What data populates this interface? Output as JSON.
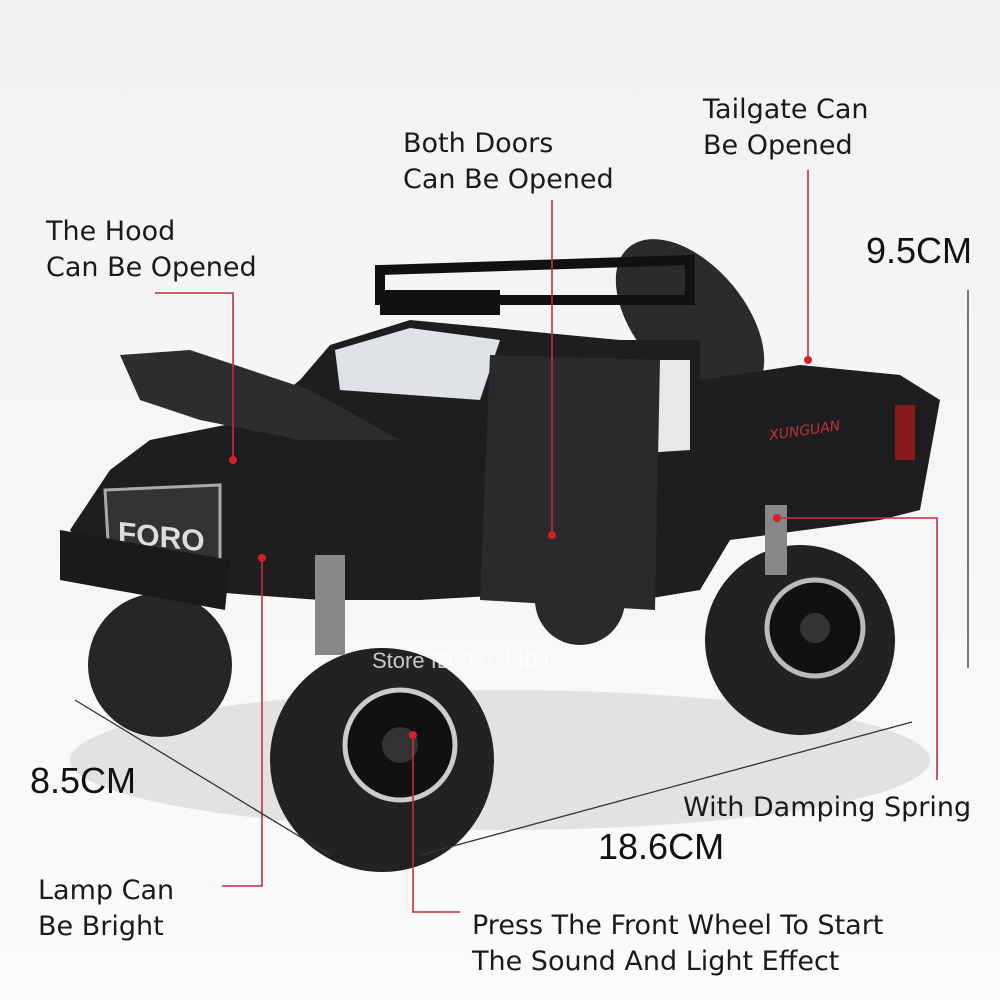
{
  "callouts": {
    "hood": [
      "The Hood",
      "Can Be Opened"
    ],
    "doors": [
      "Both Doors",
      "Can Be Opened"
    ],
    "tailgate": [
      "Tailgate Can",
      "Be Opened"
    ],
    "lamp": [
      "Lamp Can",
      "Be Bright"
    ],
    "spring": "With Damping Spring",
    "wheel": [
      "Press The Front Wheel To Start",
      "The Sound And Light Effect"
    ]
  },
  "dimensions": {
    "height": "9.5CM",
    "width": "8.5CM",
    "length": "18.6CM"
  },
  "grille_text": "FORO",
  "side_decal": "XUNGUAN",
  "watermark": "Store ID: 1104409",
  "colors": {
    "leader_line": "#c0303a",
    "dot": "#d4202a",
    "truck_body": "#1e1e20"
  }
}
